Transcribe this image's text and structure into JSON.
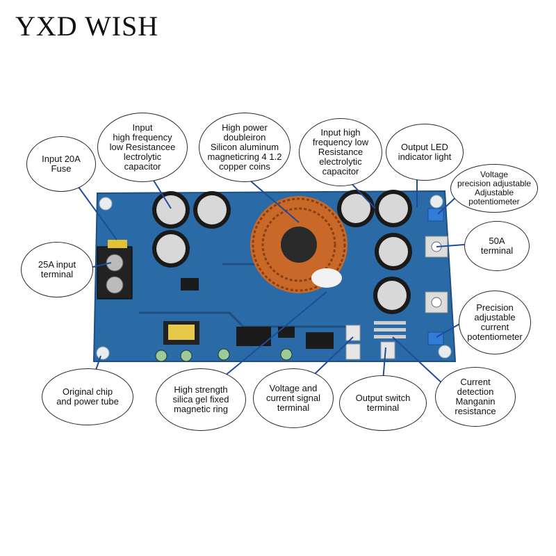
{
  "brand": {
    "text": "YXD WISH"
  },
  "labels": {
    "input_fuse": "Input 20A\nFuse",
    "input_cap": "Input\nhigh frequency\nlow Resistanceе\nlectrolytic\ncapacitor",
    "magnetic_ring": "High power\ndoubleiron\nSilicon aluminum\nmagneticring 4 1.2\ncopper coins",
    "input_cap_right": "Input high\nfrequency low\nResistance\nelectrolytic\ncapacitor",
    "output_led": "Output LED\nindicator light",
    "voltage_pot": "Voltage\nprecision adjustable\nAdjustable\npotentiometer",
    "terminal_50a": "50A\nterminal",
    "input_terminal": "25A input\nterminal",
    "current_pot": "Precision\nadjustable\ncurrent\npotentiometer",
    "chip_tube": "Original chip\nand power tube",
    "silica_gel": "High strength\nsilica gel fixed\nmagnetic ring",
    "signal_terminal": "Voltage and\ncurrent signal\nterminal",
    "switch_terminal": "Output switch\nterminal",
    "manganin": "Current\ndetection\nManganin\nresistance"
  },
  "colors": {
    "pcb": "#2a6aa6",
    "pcb_dark": "#1f4f80",
    "copper": "#c8692a",
    "line": "#1e4c9a"
  }
}
